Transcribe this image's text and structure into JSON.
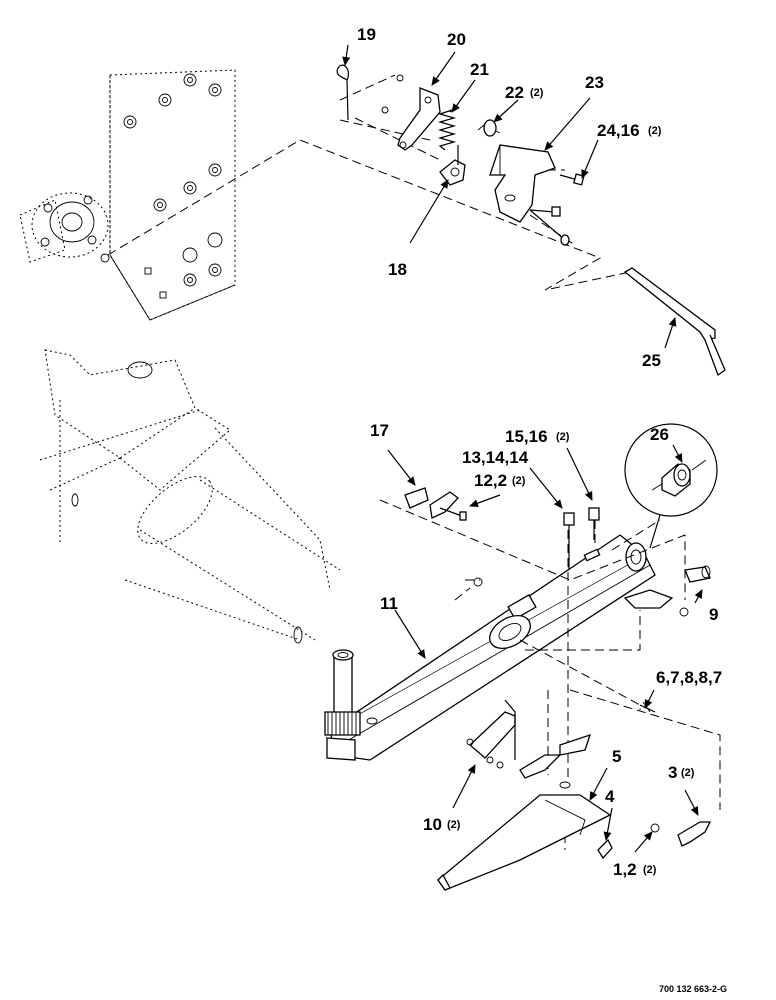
{
  "callouts": [
    {
      "id": "19",
      "text": "19",
      "qty": ""
    },
    {
      "id": "20",
      "text": "20",
      "qty": ""
    },
    {
      "id": "21",
      "text": "21",
      "qty": ""
    },
    {
      "id": "22",
      "text": "22",
      "qty": "(2)"
    },
    {
      "id": "23",
      "text": "23",
      "qty": ""
    },
    {
      "id": "24",
      "text": "24,16",
      "qty": "(2)"
    },
    {
      "id": "18",
      "text": "18",
      "qty": ""
    },
    {
      "id": "25",
      "text": "25",
      "qty": ""
    },
    {
      "id": "17",
      "text": "17",
      "qty": ""
    },
    {
      "id": "15",
      "text": "15,16",
      "qty": "(2)"
    },
    {
      "id": "13",
      "text": "13,14,14",
      "qty": ""
    },
    {
      "id": "12",
      "text": "12,2",
      "qty": "(2)"
    },
    {
      "id": "26",
      "text": "26",
      "qty": ""
    },
    {
      "id": "11",
      "text": "11",
      "qty": ""
    },
    {
      "id": "9",
      "text": "9",
      "qty": ""
    },
    {
      "id": "6",
      "text": "6,7,8,8,7",
      "qty": ""
    },
    {
      "id": "5",
      "text": "5",
      "qty": ""
    },
    {
      "id": "3",
      "text": "3",
      "qty": "(2)"
    },
    {
      "id": "4",
      "text": "4",
      "qty": ""
    },
    {
      "id": "10",
      "text": "10",
      "qty": "(2)"
    },
    {
      "id": "1",
      "text": "1,2",
      "qty": "(2)"
    }
  ],
  "drawing_code": "700 132 663-2-G"
}
